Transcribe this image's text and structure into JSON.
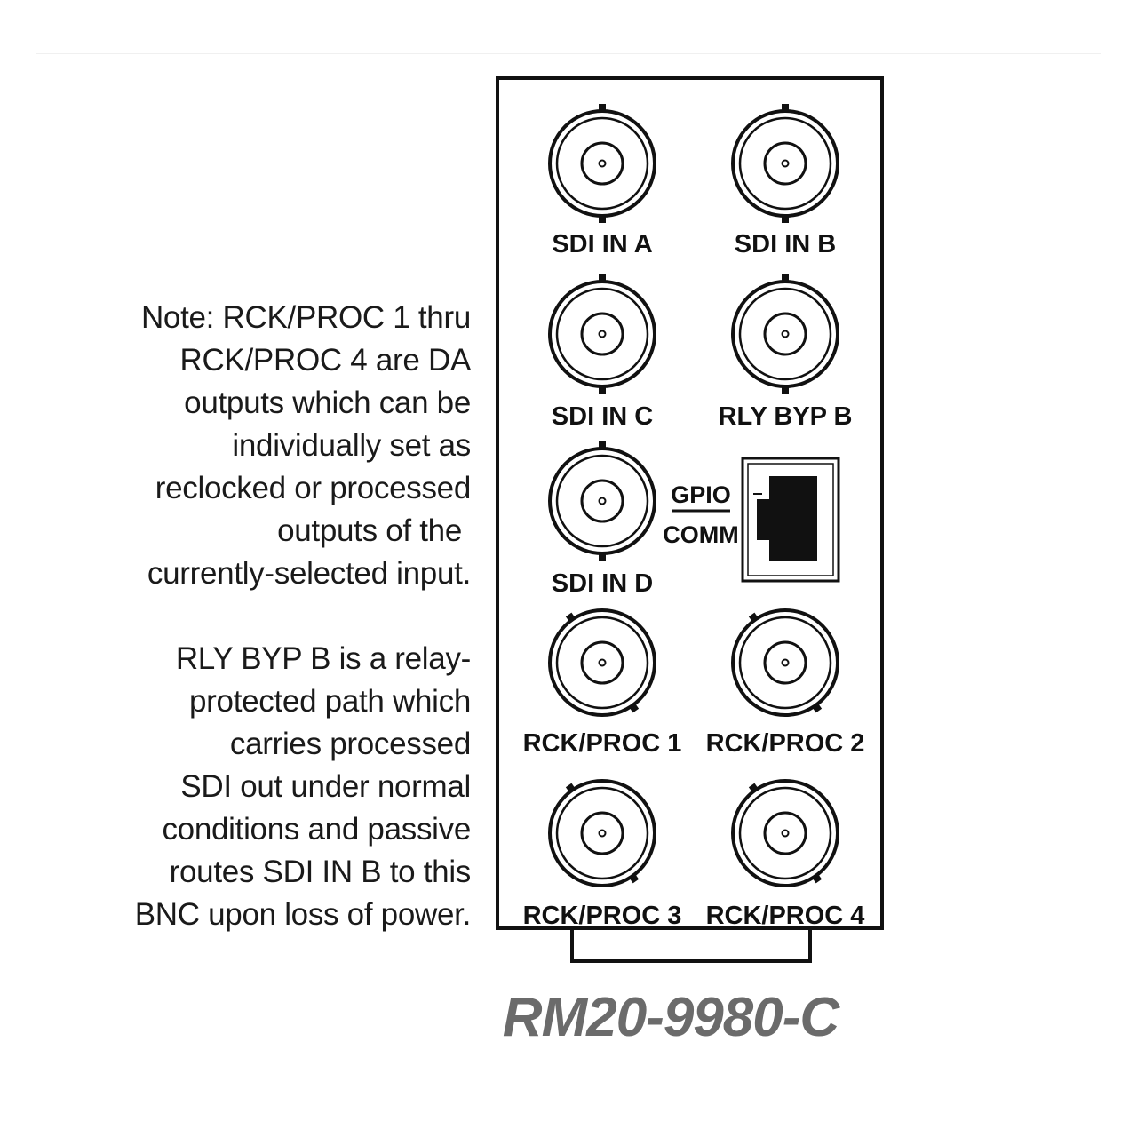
{
  "notes": {
    "paragraph1": [
      "Note: RCK/PROC 1 thru",
      "RCK/PROC 4 are DA",
      "outputs which can be",
      "individually set as",
      "reclocked or processed",
      "outputs of the",
      "currently-selected input."
    ],
    "paragraph2": [
      "RLY BYP B is a relay-",
      "protected path which",
      "carries processed",
      "SDI out under normal",
      "conditions and passive",
      "routes SDI IN B to this",
      "BNC upon loss of power."
    ]
  },
  "panel": {
    "connectors": [
      {
        "id": "sdi-in-a",
        "label": "SDI IN A"
      },
      {
        "id": "sdi-in-b",
        "label": "SDI IN B"
      },
      {
        "id": "sdi-in-c",
        "label": "SDI IN C"
      },
      {
        "id": "rly-byp-b",
        "label": "RLY BYP B"
      },
      {
        "id": "sdi-in-d",
        "label": "SDI IN D"
      },
      {
        "id": "rck-proc-1",
        "label": "RCK/PROC 1"
      },
      {
        "id": "rck-proc-2",
        "label": "RCK/PROC 2"
      },
      {
        "id": "rck-proc-3",
        "label": "RCK/PROC 3"
      },
      {
        "id": "rck-proc-4",
        "label": "RCK/PROC 4"
      }
    ],
    "gpio": {
      "top": "GPIO",
      "bottom": "COMM"
    }
  },
  "model": "RM20-9980-C",
  "colors": {
    "line": "#111111",
    "model_text": "#6b6b6b"
  }
}
